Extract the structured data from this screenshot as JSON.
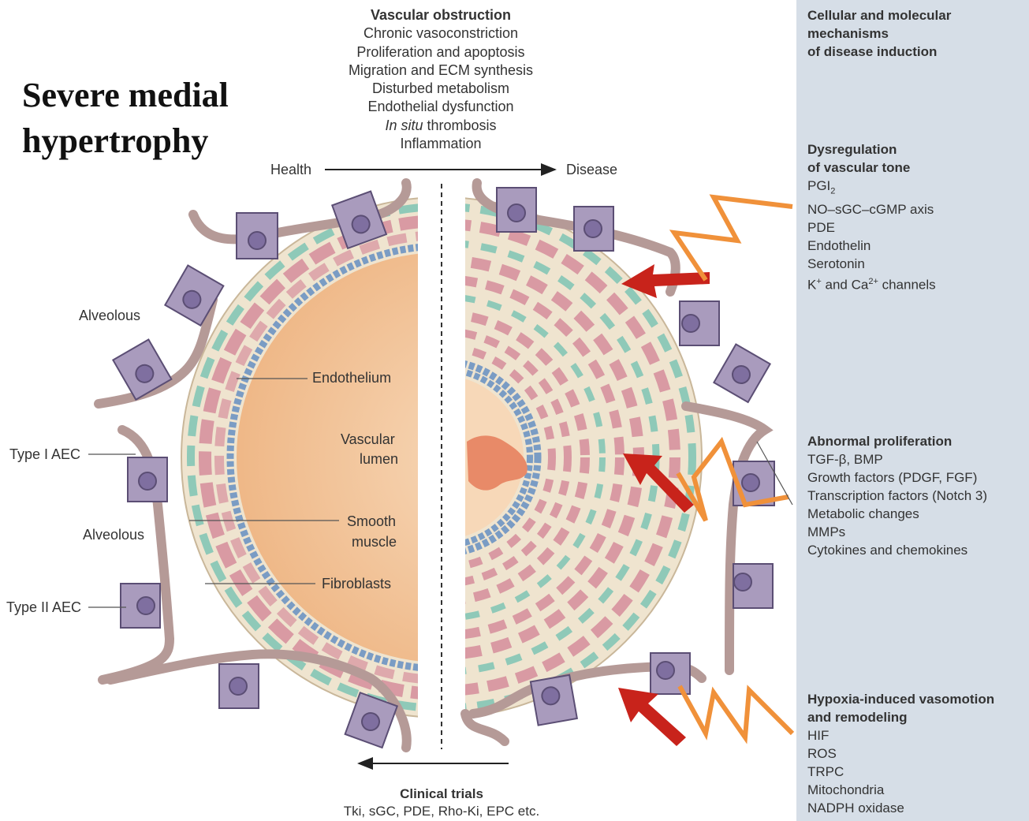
{
  "title": "Severe medial hypertrophy",
  "top_list": {
    "heading": "Vascular obstruction",
    "items": [
      "Chronic vasoconstriction",
      "Proliferation and apoptosis",
      "Migration and ECM synthesis",
      "Disturbed metabolism",
      "Endothelial dysfunction",
      "In situ thrombosis",
      "Inflammation"
    ]
  },
  "axis": {
    "left": "Health",
    "right": "Disease"
  },
  "labels": {
    "alveolous_1": "Alveolous",
    "alveolous_2": "Alveolous",
    "type1": "Type I AEC",
    "type2": "Type II AEC",
    "endothelium": "Endothelium",
    "vascular": "Vascular",
    "lumen": "lumen",
    "smooth": "Smooth",
    "muscle": "muscle",
    "fibroblasts": "Fibroblasts"
  },
  "bottom": {
    "heading": "Clinical trials",
    "text": "Tki, sGC, PDE, Rho-Ki, EPC etc."
  },
  "panel": {
    "heading": [
      "Cellular and molecular",
      "mechanisms",
      "of disease induction"
    ],
    "tone": {
      "heading": [
        "Dysregulation",
        "of vascular tone"
      ],
      "pgi": "PGI",
      "pgi_sub": "2",
      "items": [
        "NO–sGC–cGMP axis",
        "PDE",
        "Endothelin",
        "Serotonin"
      ],
      "k": "K",
      "k_sup": "+",
      "and_ca": " and Ca",
      "ca_sup": "2+",
      "channels": " channels"
    },
    "proliferation": {
      "heading": "Abnormal proliferation",
      "items": [
        "TGF-β, BMP",
        "Growth factors (PDGF, FGF)",
        "Transcription factors (Notch 3)",
        "Metabolic changes",
        "MMPs",
        "Cytokines and chemokines"
      ]
    },
    "hypoxia": {
      "heading": [
        "Hypoxia-induced vasomotion",
        "and remodeling"
      ],
      "items": [
        "HIF",
        "ROS",
        "TRPC",
        "Mitochondria",
        "NADPH oxidase"
      ]
    }
  },
  "colors": {
    "panel_bg": "#d6dee7",
    "lumen": "#f2c49a",
    "wall": "#efe4cf",
    "smooth_muscle": "#d99aa3",
    "fibroblast": "#8fc9b8",
    "endothelium": "#7a9cc4",
    "alveolar_wall": "#b59a97",
    "aec": "#a99bbd",
    "arrow": "#c8231b",
    "bolt": "#f0913a"
  }
}
